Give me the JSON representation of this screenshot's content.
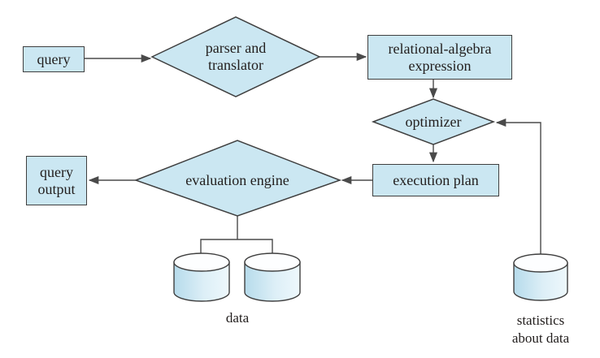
{
  "colors": {
    "background": "#ffffff",
    "node-fill": "#cbe7f2",
    "node-border": "#3f3f3f",
    "line": "#4a4a4a",
    "text": "#221e1d",
    "cylinder-top": "#fdfeff",
    "cylinder-left": "#b6dbeb",
    "cylinder-mid": "#ddeff7",
    "cylinder-right": "#eef8fc"
  },
  "nodes": {
    "query": {
      "label": "query"
    },
    "parser_translator": {
      "label": "parser and\ntranslator"
    },
    "relational_algebra": {
      "label": "relational-algebra\nexpression"
    },
    "optimizer": {
      "label": "optimizer"
    },
    "execution_plan": {
      "label": "execution plan"
    },
    "evaluation_engine": {
      "label": "evaluation engine"
    },
    "query_output": {
      "label": "query\noutput"
    }
  },
  "stores": {
    "data": {
      "label": "data"
    },
    "statistics": {
      "label": "statistics\nabout data"
    }
  }
}
